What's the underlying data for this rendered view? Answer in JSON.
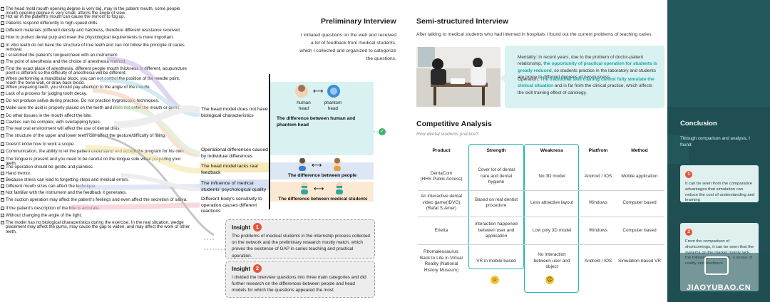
{
  "feedback_items": [
    "The head mold mouth opening degree is very big, may in the patient mouth, some people mouth opening degree is very small, affects the angle of view.",
    "Hot air in the patient's mouth can cause the mirrors to fog up.",
    "Patients respond differently to high-speed drills.",
    "Different materials (different density and hardness, therefore different resistance received.",
    "How to protect dental pulp and meet the physiological requirements is more important.",
    "In vitro teeth do not have the structure of true teeth and can not follow the principle of caries removal.",
    "I scratched the patient's tongue/cheek with an instrument.",
    "The point of anesthesia and the choice of anesthesia method.",
    "Find the exact place of anesthesia, different people mouth thickness is different, acupuncture point is different so the difficulty of anesthesia will be different.",
    "When performing a mandibular block, you can not control the position of the needle point, reach the bone wall, or draw back blood.",
    "When preparing teeth, you should pay attention to the angle of the needle.",
    "Lack of a process for judging tooth decay.",
    "Do not produce saliva during practice. Do not practice hygroscopic techniques.",
    "Make sure the acid is properly placed on the teeth and does not enter the mouth or gums.",
    "Do other tissues in the mouth affect the bite.",
    "Cavities can be complex, with overlapping types.",
    "The real oral environment will affect the use of dental drills.",
    "The structure of the upper and lower teeth can affect the gesture/difficulty of filling.",
    "Doesn't know how to work a scope.",
    "Communication, the ability to let the patient understand and accept the program for his own.",
    "The tongue is present and you need to be careful on the tongue side when preparing your teeth.",
    "The operation should be gentle and painless.",
    "Hand tremor.",
    "Because stress can lead to forgetting steps and medical errors.",
    "Different mouth sizes can affect the technique.",
    "Not familiar with the instrument and the feedback it generates.",
    "The suction operation may affect the patient's feelings and even affect the secretion of saliva.",
    "If the patient's description of the bite is accurate.",
    "Without changing the angle of the light.",
    "The model has no biological characteristics during the exercise. In the real situation, wedge placement may affect the gums, may cause the gap to widen, and may affect the work of other teeth."
  ],
  "categories": [
    "The head model does not have biological characteristics",
    "Operational differences caused by individual differences",
    "The head model lacks real feedback",
    "The influence of medical students' psychological quality",
    "Different body's sensitivity to operation causes different reactions"
  ],
  "differences": {
    "human_label": "human head",
    "phantom_label": "phantom head",
    "hp_title": "The difference between human and phantom head",
    "people_title": "The difference between people",
    "students_title": "The difference between medical students"
  },
  "preliminary": {
    "title": "Preliminary Interview",
    "text": "I initiated questions on the web and received a lot of feedback from medical students, which I collected and organized to categorize the questions."
  },
  "insights": [
    {
      "badge": "1",
      "title": "Insight",
      "text": "The problems of medical students in the internship process collected on the network and the preliminary research mostly match, which proves the existence of GAP in caries teaching and practical operation."
    },
    {
      "badge": "2",
      "title": "Insight",
      "text": "I divided the interview questions into three main categories and did further research on the differences between people and head models for which the questions appeared the most."
    }
  ],
  "semi": {
    "title": "Semi-structured Interview",
    "intro": "After talking to medical students who had interned in hospitals I found out the current problems of teaching caries:",
    "m1": "Mentality: In recent years, due to the problem of doctor-patient relationship, ",
    "m2": "the opportunity of practical operation for students is greatly reduced",
    "m3": ", so students practice in the laboratory and students are prone to different degrees of nervousness",
    "o1": "Operation: ",
    "o2": "The traditional skill training cannot fully simulate the clinical situation",
    "o3": " and is far from the clinical practice, which affects the skill training effect of cariology."
  },
  "competitive": {
    "title": "Competitive Analysis",
    "subtitle": "How dental students practice?",
    "headers": [
      "Product",
      "Strength",
      "Weakness",
      "Platfrom",
      "Method"
    ],
    "rows": [
      [
        "DentaCom\n(HHS Public Access)",
        "Cover lot of dental\ncare and dental\nhygiene",
        "No 3D model",
        "Android / IOS",
        "Mobile application"
      ],
      [
        "An interactive dental\nvideo game(IDVG)\n(Rafat S.Amer)",
        "Based on real dentist\nprocedure",
        "Less attractive layout",
        "Windows",
        "Computer based"
      ],
      [
        "Erietta",
        "interaction happened\nbetween user and\napplication",
        "Low poly 3D model",
        "Windows",
        "Computer based"
      ],
      [
        "Rhomaleosaurus:\nBack to Life in Virtual\nReality (National\nHistory Museum)",
        "VR in mobile based",
        "No interaction\nbetween user and\nobject",
        "Android / IOS",
        "Simulation-based VR"
      ]
    ]
  },
  "conclusion": {
    "title": "Conclusion",
    "intro": "Through comparison and analysis, I found:",
    "cards": [
      {
        "badge": "1",
        "text": "It can be seen from the comparative advantages that simulation can reduce the cost of understanding and learning"
      },
      {
        "badge": "2",
        "text": "From the comparison of shortcomings, it can be seen that the systems on the market mainly lack the following: interaction, a sense of reality and feedback"
      }
    ]
  },
  "watermark": "JIAOYUBAO.CN",
  "colors": {
    "teal": "#27b6b6",
    "dark_teal": "#1f4f52",
    "red_badge": "#e8553a",
    "light_teal": "#d9f1f1"
  }
}
